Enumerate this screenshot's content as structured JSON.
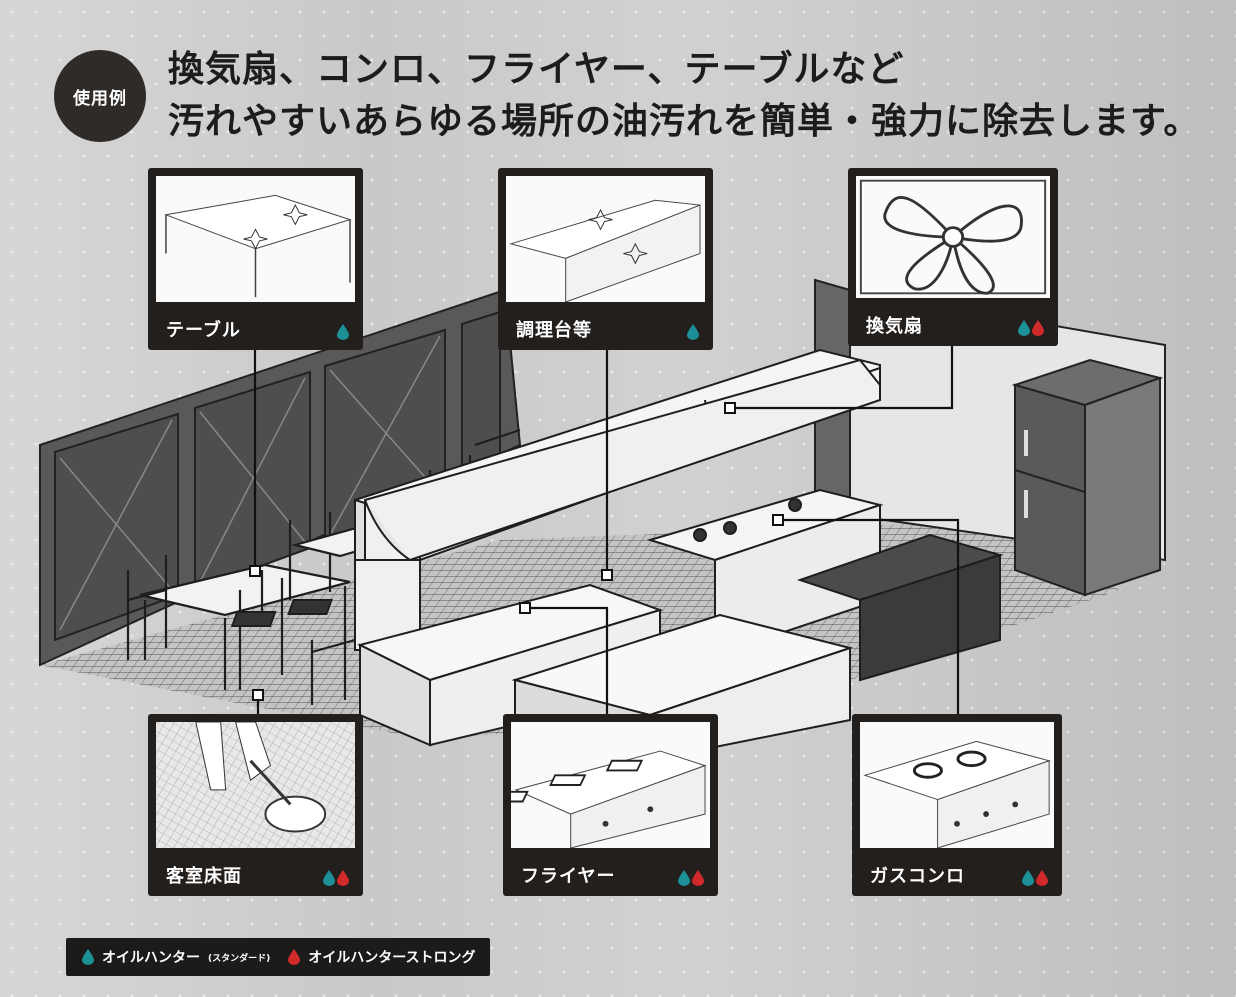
{
  "header": {
    "badge": "使用例",
    "line1": "換気扇、コンロ、フライヤー、テーブルなど",
    "line2": "汚れやすいあらゆる場所の油汚れを簡単・強力に除去します。"
  },
  "panels": {
    "table": "テーブル",
    "prep": "調理台等",
    "fan": "換気扇",
    "floor": "客室床面",
    "fryer": "フライヤー",
    "gas": "ガスコンロ"
  },
  "legend": {
    "standard_main": "オイルハンター",
    "standard_sub": "(スタンダード)",
    "strong": "オイルハンターストロング"
  },
  "colors": {
    "standard_drop": "#1d8f96",
    "strong_drop": "#d02a2a",
    "panel_border": "#221f1d"
  }
}
